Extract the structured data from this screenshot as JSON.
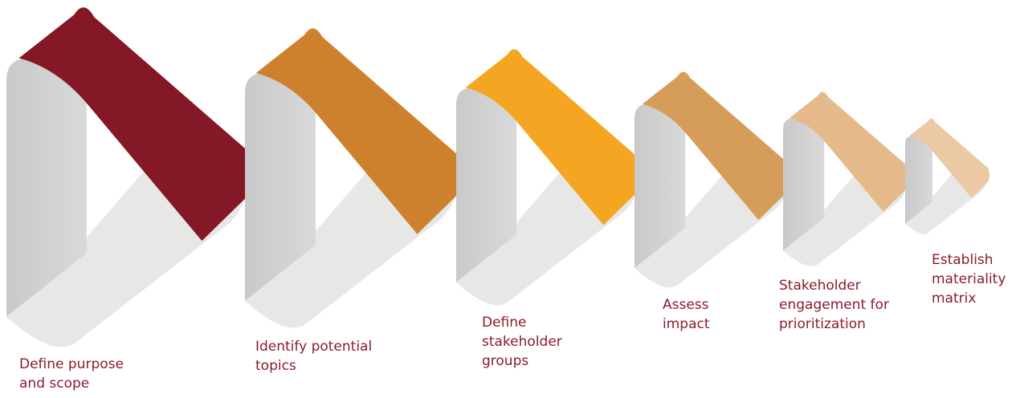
{
  "diagram": {
    "steps": [
      {
        "label_lines": [
          "Define purpose",
          "and scope"
        ],
        "color": "#841826"
      },
      {
        "label_lines": [
          "Identify potential",
          "topics"
        ],
        "color": "#cd812c"
      },
      {
        "label_lines": [
          "Define",
          "stakeholder",
          "groups"
        ],
        "color": "#f4a521"
      },
      {
        "label_lines": [
          "Assess",
          "impact"
        ],
        "color": "#d69c5a"
      },
      {
        "label_lines": [
          "Stakeholder",
          "engagement for",
          "prioritization"
        ],
        "color": "#e6b98b"
      },
      {
        "label_lines": [
          "Establish",
          "materiality",
          "matrix"
        ],
        "color": "#ebc9a3"
      }
    ],
    "left_band_color": "#cfcfcf",
    "bottom_band_color": "#e7e7e6",
    "label_color": "#8b1a2c"
  }
}
